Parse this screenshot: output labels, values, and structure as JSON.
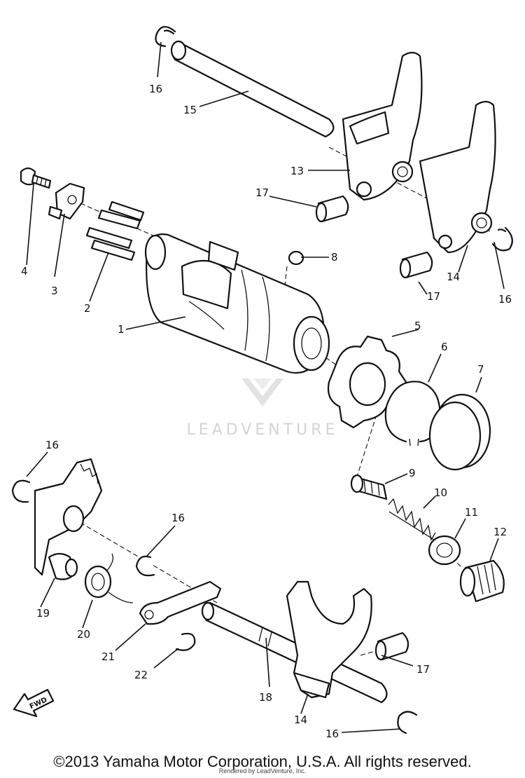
{
  "watermark": {
    "brand": "LEADVENTURE"
  },
  "fwd_label": "FWD",
  "callouts": {
    "c1": "1",
    "c2": "2",
    "c3": "3",
    "c4": "4",
    "c5": "5",
    "c6": "6",
    "c7": "7",
    "c8": "8",
    "c9": "9",
    "c10": "10",
    "c11": "11",
    "c12": "12",
    "c13": "13",
    "c14a": "14",
    "c14b": "14",
    "c15": "15",
    "c16a": "16",
    "c16b": "16",
    "c16c": "16",
    "c16d": "16",
    "c16e": "16",
    "c17a": "17",
    "c17b": "17",
    "c17c": "17",
    "c18": "18",
    "c19": "19",
    "c20": "20",
    "c21": "21",
    "c22": "22"
  },
  "footer": {
    "copyright": "©2013 Yamaha Motor Corporation, U.S.A. All rights reserved.",
    "rendered_by": "Rendered by LeadVenture, Inc."
  }
}
